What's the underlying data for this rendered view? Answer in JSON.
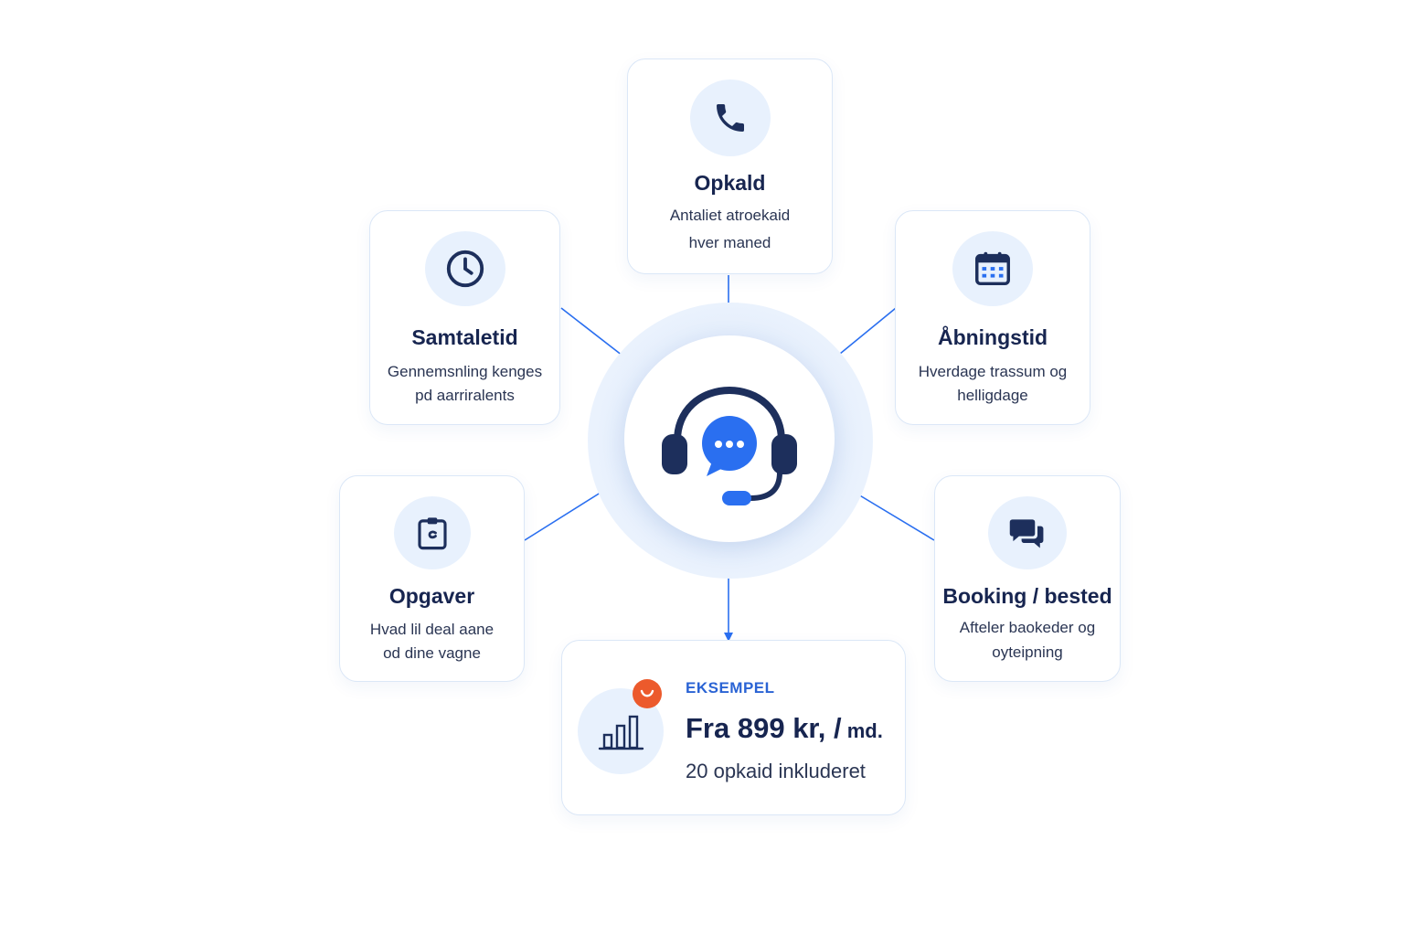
{
  "hub": {
    "icon": "headset-chat-icon"
  },
  "cards": {
    "opkald": {
      "icon": "phone-icon",
      "title": "Opkald",
      "desc_line1": "Antaliet atroekaid",
      "desc_line2": "hver maned"
    },
    "samtaletid": {
      "icon": "clock-icon",
      "title": "Samtaletid",
      "desc_line1": "Gennemsnling kenges",
      "desc_line2": "pd aarriralents"
    },
    "abningstid": {
      "icon": "calendar-icon",
      "title": "Åbningstid",
      "desc_line1": "Hverdage trassum og",
      "desc_line2": "helligdage"
    },
    "opgaver": {
      "icon": "clipboard-icon",
      "title": "Opgaver",
      "desc_line1": "Hvad lil deal aane",
      "desc_line2": "od dine vagne"
    },
    "booking": {
      "icon": "chat-bubbles-icon",
      "title": "Booking / bested",
      "desc_line1": "Afteler baokeder og",
      "desc_line2": "oyteipning"
    }
  },
  "example": {
    "icon": "bar-chart-icon",
    "badge_icon": "smile-badge-icon",
    "label": "EKSEMPEL",
    "price": "Fra 899 kr, /",
    "price_unit": " md.",
    "subtitle": "20 opkaid inkluderet"
  },
  "colors": {
    "navy": "#1d2f5c",
    "accent_blue": "#2a6ff0",
    "light_blue": "#e8f1fd",
    "badge_orange": "#ec5a2c"
  }
}
